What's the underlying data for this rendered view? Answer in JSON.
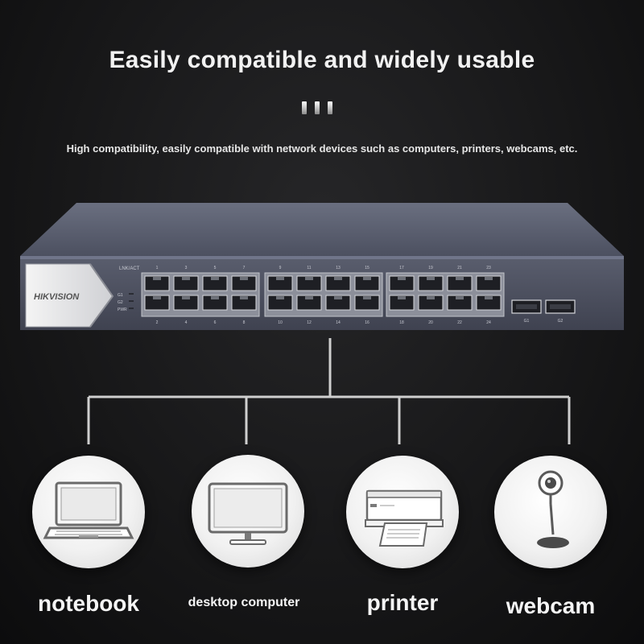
{
  "header": {
    "title": "Easily compatible and widely usable",
    "subtitle": "High compatibility, easily compatible with network devices such as computers, printers, webcams, etc."
  },
  "switch": {
    "brand": "HIKVISION",
    "port_label_prefix": "LNK/ACT",
    "indicators": [
      "G1",
      "G2",
      "PWR"
    ],
    "top_port_numbers": [
      "1",
      "3",
      "5",
      "7",
      "9",
      "11",
      "13",
      "15",
      "17",
      "19",
      "21",
      "23"
    ],
    "bottom_port_numbers": [
      "2",
      "4",
      "6",
      "8",
      "10",
      "12",
      "14",
      "16",
      "18",
      "20",
      "22",
      "24"
    ],
    "sfp_labels": [
      "G1",
      "G2"
    ]
  },
  "devices": [
    {
      "label": "notebook",
      "icon": "laptop-icon"
    },
    {
      "label": "desktop computer",
      "icon": "monitor-icon"
    },
    {
      "label": "printer",
      "icon": "printer-icon"
    },
    {
      "label": "webcam",
      "icon": "webcam-icon"
    }
  ],
  "colors": {
    "background": "#141415",
    "switch_body": "#55596a",
    "connector_line": "#cfcfcf",
    "text": "#f2f2f2"
  }
}
